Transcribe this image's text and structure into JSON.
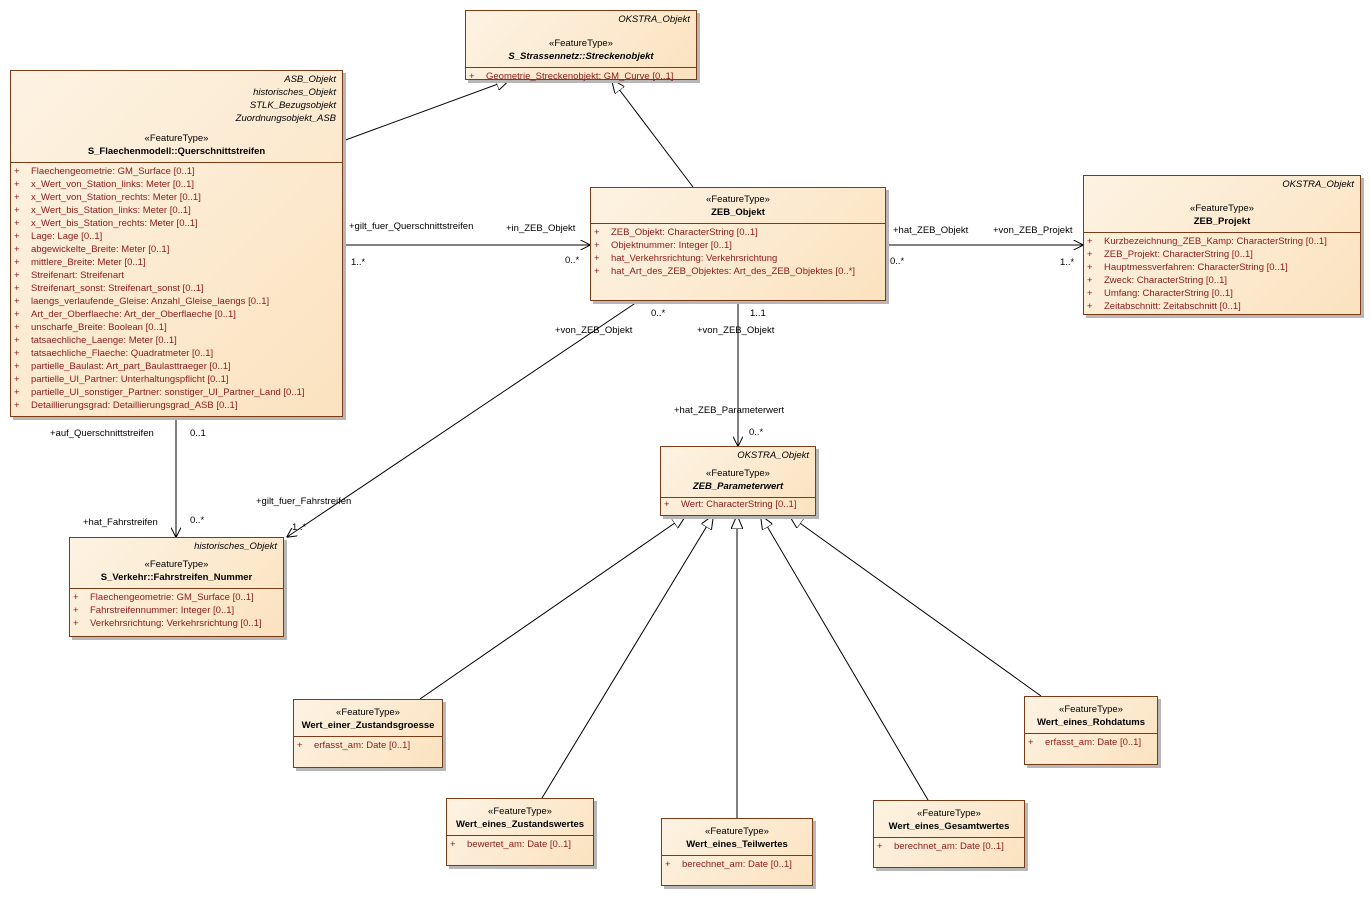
{
  "classes": {
    "strecke": {
      "tagged_values": [
        "OKSTRA_Objekt"
      ],
      "stereotype": "«FeatureType»",
      "name": "S_Strassennetz::Streckenobjekt",
      "attributes": [
        {
          "vis": "+",
          "text": "Geometrie_Streckenobjekt: GM_Curve [0..1]"
        }
      ]
    },
    "quer": {
      "tagged_values": [
        "ASB_Objekt",
        "historisches_Objekt",
        "STLK_Bezugsobjekt",
        "Zuordnungsobjekt_ASB"
      ],
      "stereotype": "«FeatureType»",
      "name": "S_Flaechenmodell::Querschnittstreifen",
      "attributes": [
        {
          "vis": "+",
          "text": "Flaechengeometrie: GM_Surface [0..1]"
        },
        {
          "vis": "+",
          "text": "x_Wert_von_Station_links: Meter [0..1]"
        },
        {
          "vis": "+",
          "text": "x_Wert_von_Station_rechts: Meter [0..1]"
        },
        {
          "vis": "+",
          "text": "x_Wert_bis_Station_links: Meter [0..1]"
        },
        {
          "vis": "+",
          "text": "x_Wert_bis_Station_rechts: Meter [0..1]"
        },
        {
          "vis": "+",
          "text": "Lage: Lage [0..1]"
        },
        {
          "vis": "+",
          "text": "abgewickelte_Breite: Meter [0..1]"
        },
        {
          "vis": "+",
          "text": "mittlere_Breite: Meter [0..1]"
        },
        {
          "vis": "+",
          "text": "Streifenart: Streifenart"
        },
        {
          "vis": "+",
          "text": "Streifenart_sonst: Streifenart_sonst [0..1]"
        },
        {
          "vis": "+",
          "text": "laengs_verlaufende_Gleise: Anzahl_Gleise_laengs [0..1]"
        },
        {
          "vis": "+",
          "text": "Art_der_Oberflaeche: Art_der_Oberflaeche [0..1]"
        },
        {
          "vis": "+",
          "text": "unscharfe_Breite: Boolean [0..1]"
        },
        {
          "vis": "+",
          "text": "tatsaechliche_Laenge: Meter [0..1]"
        },
        {
          "vis": "+",
          "text": "tatsaechliche_Flaeche: Quadratmeter [0..1]"
        },
        {
          "vis": "+",
          "text": "partielle_Baulast: Art_part_Baulasttraeger [0..1]"
        },
        {
          "vis": "+",
          "text": "partielle_UI_Partner: Unterhaltungspflicht [0..1]"
        },
        {
          "vis": "+",
          "text": "partielle_UI_sonstiger_Partner: sonstiger_UI_Partner_Land [0..1]"
        },
        {
          "vis": "+",
          "text": "Detaillierungsgrad: Detaillierungsgrad_ASB [0..1]"
        }
      ]
    },
    "zeb_objekt": {
      "tagged_values": [],
      "stereotype": "«FeatureType»",
      "name": "ZEB_Objekt",
      "attributes": [
        {
          "vis": "+",
          "text": "ZEB_Objekt: CharacterString [0..1]"
        },
        {
          "vis": "+",
          "text": "Objektnummer: Integer [0..1]"
        },
        {
          "vis": "+",
          "text": "hat_Verkehrsrichtung: Verkehrsrichtung"
        },
        {
          "vis": "+",
          "text": "hat_Art_des_ZEB_Objektes: Art_des_ZEB_Objektes [0..*]"
        }
      ]
    },
    "zeb_projekt": {
      "tagged_values": [
        "OKSTRA_Objekt"
      ],
      "stereotype": "«FeatureType»",
      "name": "ZEB_Projekt",
      "attributes": [
        {
          "vis": "+",
          "text": "Kurzbezeichnung_ZEB_Kamp: CharacterString [0..1]"
        },
        {
          "vis": "+",
          "text": "ZEB_Projekt: CharacterString [0..1]"
        },
        {
          "vis": "+",
          "text": "Hauptmessverfahren: CharacterString [0..1]"
        },
        {
          "vis": "+",
          "text": "Zweck: CharacterString [0..1]"
        },
        {
          "vis": "+",
          "text": "Umfang: CharacterString [0..1]"
        },
        {
          "vis": "+",
          "text": "Zeitabschnitt: Zeitabschnitt [0..1]"
        }
      ]
    },
    "fahrstreifen": {
      "tagged_values": [
        "historisches_Objekt"
      ],
      "stereotype": "«FeatureType»",
      "name": "S_Verkehr::Fahrstreifen_Nummer",
      "attributes": [
        {
          "vis": "+",
          "text": "Flaechengeometrie: GM_Surface [0..1]"
        },
        {
          "vis": "+",
          "text": "Fahrstreifennummer: Integer [0..1]"
        },
        {
          "vis": "+",
          "text": "Verkehrsrichtung: Verkehrsrichtung [0..1]"
        }
      ]
    },
    "parameterwert": {
      "tagged_values": [
        "OKSTRA_Objekt"
      ],
      "stereotype": "«FeatureType»",
      "name": "ZEB_Parameterwert",
      "attributes": [
        {
          "vis": "+",
          "text": "Wert: CharacterString [0..1]"
        }
      ]
    },
    "zustandsgroesse": {
      "tagged_values": [],
      "stereotype": "«FeatureType»",
      "name": "Wert_einer_Zustandsgroesse",
      "attributes": [
        {
          "vis": "+",
          "text": "erfasst_am: Date [0..1]"
        }
      ]
    },
    "zustandswert": {
      "tagged_values": [],
      "stereotype": "«FeatureType»",
      "name": "Wert_eines_Zustandswertes",
      "attributes": [
        {
          "vis": "+",
          "text": "bewertet_am: Date [0..1]"
        }
      ]
    },
    "teilwert": {
      "tagged_values": [],
      "stereotype": "«FeatureType»",
      "name": "Wert_eines_Teilwertes",
      "attributes": [
        {
          "vis": "+",
          "text": "berechnet_am: Date [0..1]"
        }
      ]
    },
    "gesamtwert": {
      "tagged_values": [],
      "stereotype": "«FeatureType»",
      "name": "Wert_eines_Gesamtwertes",
      "attributes": [
        {
          "vis": "+",
          "text": "berechnet_am: Date [0..1]"
        }
      ]
    },
    "rohdatum": {
      "tagged_values": [],
      "stereotype": "«FeatureType»",
      "name": "Wert_eines_Rohdatums",
      "attributes": [
        {
          "vis": "+",
          "text": "erfasst_am: Date [0..1]"
        }
      ]
    }
  },
  "labels": {
    "gilt_fuer_querschnittstreifen": "+gilt_fuer_Querschnittstreifen",
    "in_zeb_objekt": "+in_ZEB_Objekt",
    "m_quer_1": "1..*",
    "m_zeb_0": "0..*",
    "hat_zeb_objekt": "+hat_ZEB_Objekt",
    "von_zeb_projekt": "+von_ZEB_Projekt",
    "m_proj_0": "0..*",
    "m_proj_1": "1..*",
    "von_zeb_objekt_1": "+von_ZEB_Objekt",
    "m_fahr_obj": "0..*",
    "von_zeb_objekt_2": "+von_ZEB_Objekt",
    "m_param_obj": "1..1",
    "hat_zeb_parameterwert": "+hat_ZEB_Parameterwert",
    "m_param": "0..*",
    "auf_querschnittstreifen": "+auf_Querschnittstreifen",
    "m_auf": "0..1",
    "hat_fahrstreifen": "+hat_Fahrstreifen",
    "m_hat_fahr": "0..*",
    "gilt_fuer_fahrstreifen": "+gilt_fuer_Fahrstreifen",
    "m_gilt_fahr": "1..*"
  },
  "colors": {
    "box_fill_light": "#fdf3e3",
    "box_fill_dark": "#fbe2bf",
    "box_border": "#7a3b16",
    "attribute_text": "#8b1a1a",
    "line": "#000000"
  }
}
